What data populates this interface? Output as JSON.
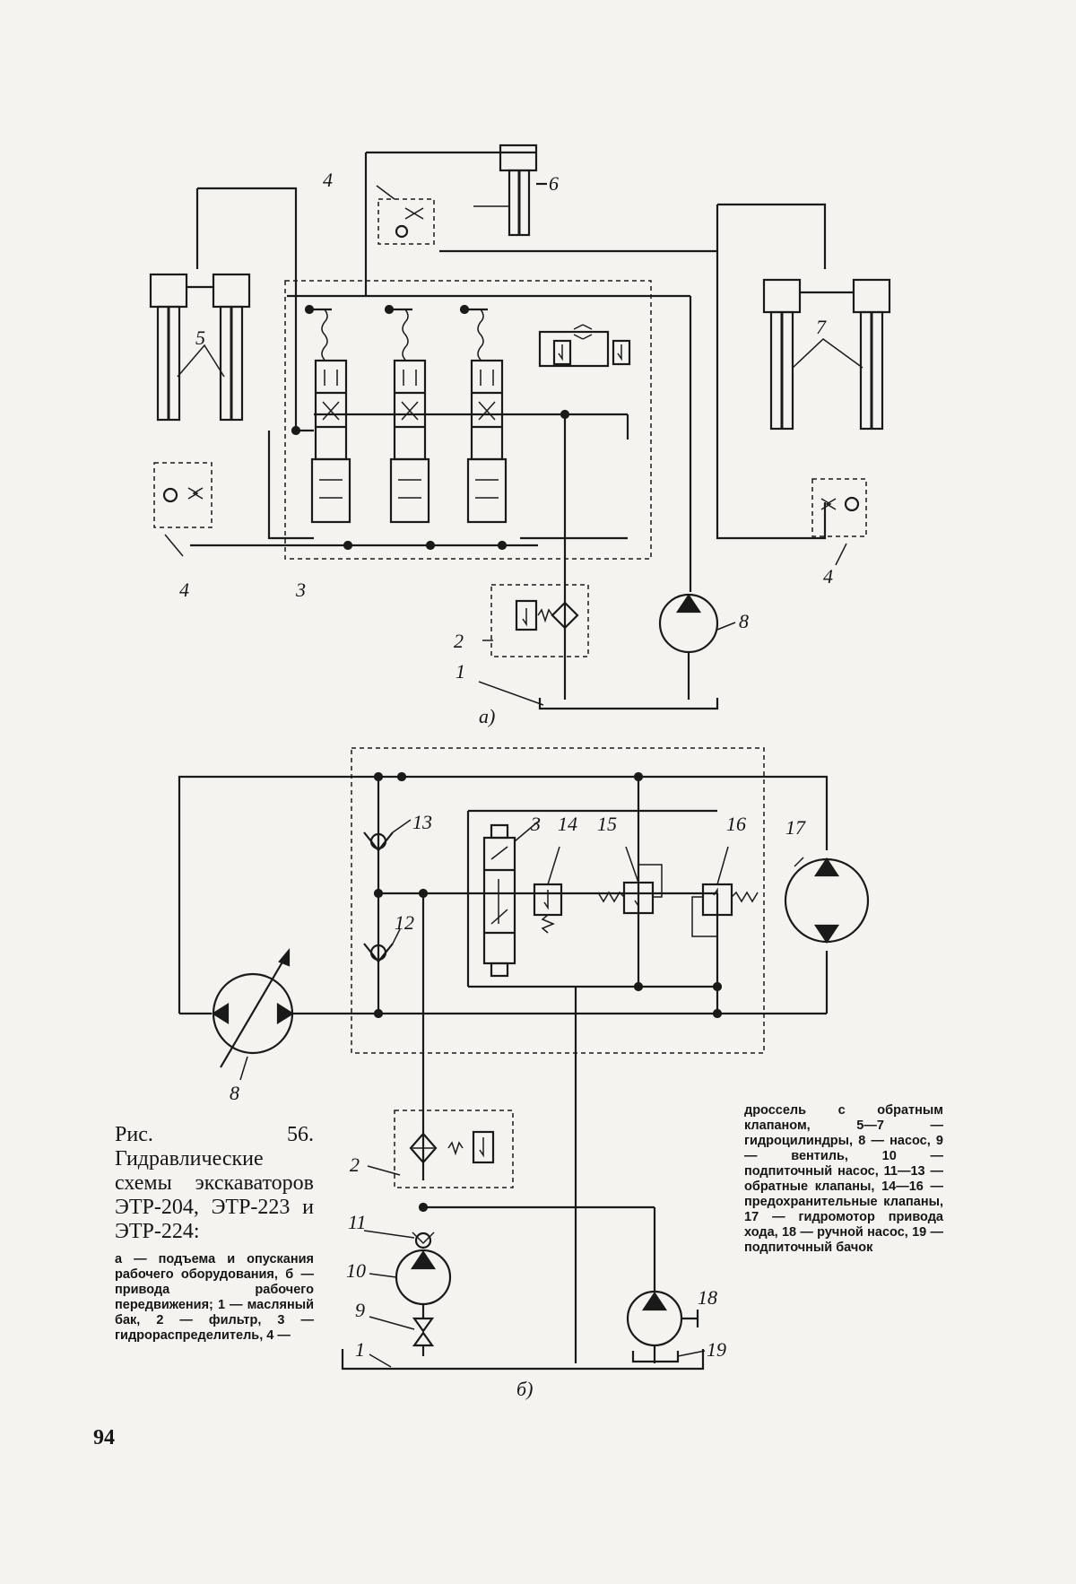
{
  "figure": {
    "caption": "Рис. 56. Гидравлические схемы экскаваторов ЭТР-204, ЭТР-223 и ЭТР-224:",
    "legend_left": "а — подъема и опускания рабочего оборудования, б — привода рабочего передвижения; 1 — масляный бак, 2 — фильтр, 3 — гидрораспределитель, 4 —",
    "legend_right": "дроссель с обратным клапаном, 5—7 — гидроцилиндры, 8 — насос, 9 — вентиль, 10 — подпиточный насос, 11—13 — обратные клапаны, 14—16 — предохранительные клапаны, 17 — гидромотор привода хода, 18 — ручной насос, 19 — подпиточный бачок"
  },
  "scheme_a": {
    "sublabel": "а)",
    "labels": {
      "throttle_top": "4",
      "cylinder_top": "6",
      "cylinders_left": "5",
      "cylinders_right": "7",
      "throttle_left": "4",
      "distributor": "3",
      "throttle_right": "4",
      "filter": "2",
      "tank": "1",
      "pump": "8"
    }
  },
  "scheme_b": {
    "sublabel": "б)",
    "labels": {
      "check_valve_13": "13",
      "distributor": "3",
      "relief_14": "14",
      "relief_15": "15",
      "relief_16": "16",
      "motor": "17",
      "check_valve_12": "12",
      "pump": "8",
      "filter": "2",
      "check_valve_11": "11",
      "feed_pump": "10",
      "valve": "9",
      "tank": "1",
      "hand_pump": "18",
      "feed_tank": "19"
    }
  },
  "page": {
    "number": "94"
  }
}
